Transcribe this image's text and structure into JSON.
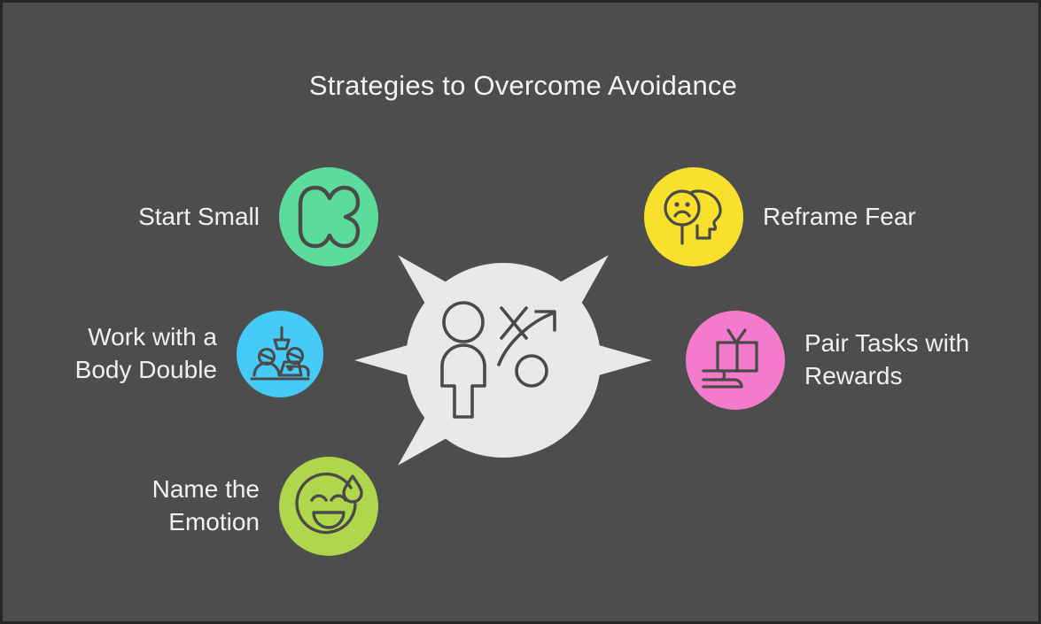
{
  "diagram": {
    "title": "Strategies to Overcome Avoidance",
    "background_color": "#4d4d4d",
    "hub": {
      "name": "central-strategy-hub",
      "circle_color": "#e9e9e9",
      "arrow_color": "#e9e9e9",
      "icon": "strategy-playbook-icon",
      "arrow_directions": [
        "upper-left",
        "upper-right",
        "left",
        "right",
        "lower-left"
      ]
    },
    "items": [
      {
        "id": "start-small",
        "label": "Start Small",
        "color": "#5cdc9a",
        "icon": "sprout-leaf-icon",
        "side": "left"
      },
      {
        "id": "work-with-a-body-double",
        "label": "Work with a\nBody Double",
        "color": "#46caf8",
        "icon": "two-people-at-desk-icon",
        "side": "left"
      },
      {
        "id": "name-the-emotion",
        "label": "Name the\nEmotion",
        "color": "#b0d64b",
        "icon": "smiling-face-with-sweat-icon",
        "side": "left"
      },
      {
        "id": "reframe-fear",
        "label": "Reframe Fear",
        "color": "#f8e02d",
        "icon": "head-profile-sad-face-icon",
        "side": "right"
      },
      {
        "id": "pair-tasks-with-rewards",
        "label": "Pair Tasks with\nRewards",
        "color": "#f47bcb",
        "icon": "gift-box-hand-icon",
        "side": "right"
      }
    ]
  }
}
